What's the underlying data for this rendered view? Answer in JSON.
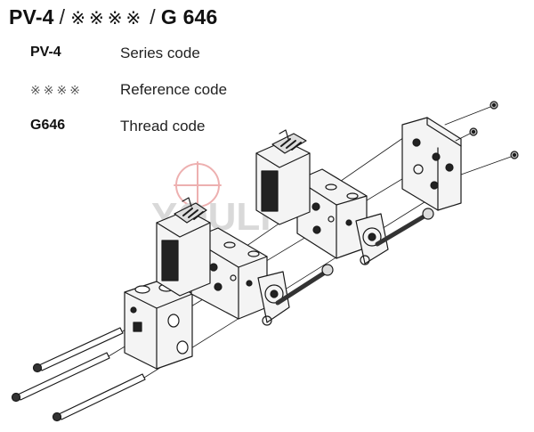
{
  "title": {
    "series": "PV-4",
    "separator_1": "/",
    "reference": "※※※※",
    "separator_2": "/",
    "thread": "G 646"
  },
  "legend": [
    {
      "code": "PV-4",
      "description": "Series code"
    },
    {
      "code": "※※※※",
      "description": "Reference code"
    },
    {
      "code": "G646",
      "description": "Thread code"
    }
  ],
  "watermark": {
    "text": "YOULI",
    "color": "#d96060"
  },
  "colors": {
    "line": "#1a1a1a",
    "fill_light": "#f4f4f4",
    "fill_dark": "#222222",
    "watermark": "#e07070"
  }
}
